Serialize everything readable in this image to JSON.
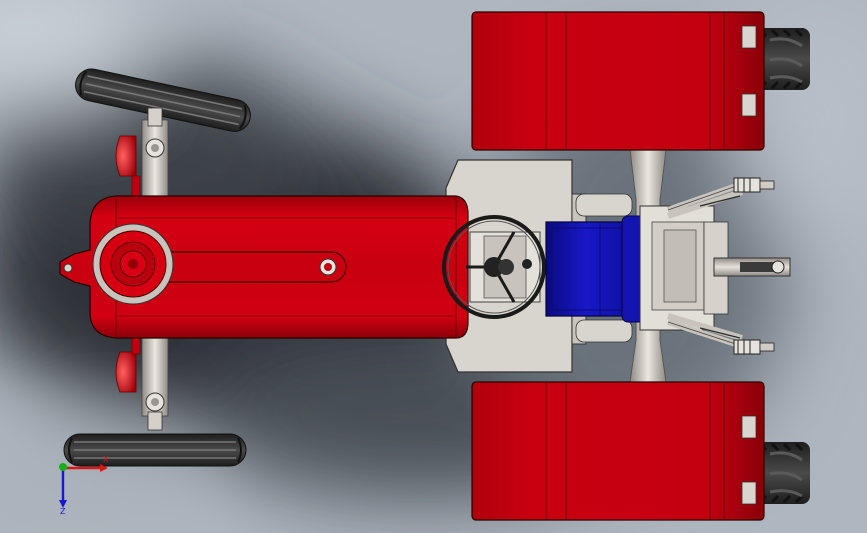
{
  "viewport": {
    "background_colors": [
      "#c9d0d8",
      "#2b2f34",
      "#8e969f"
    ]
  },
  "model": {
    "part_colors": {
      "body_red": "#c30010",
      "body_red_dark": "#8a0008",
      "seat_blue": "#1010b8",
      "seat_blue_dark": "#0a0a7a",
      "platform_grey": "#d6d2cc",
      "steel": "#cfcac3",
      "tire_dark": "#2a2a2a"
    },
    "parts": [
      "hood",
      "radiator-cap",
      "hood-emblem",
      "front-axle",
      "front-wheel-top",
      "front-wheel-bottom",
      "headlight-top",
      "headlight-bottom",
      "footplate",
      "steering-wheel",
      "driver-seat",
      "rear-fender-top",
      "rear-fender-bottom",
      "rear-tire-top",
      "rear-tire-bottom",
      "rear-axle",
      "three-point-hitch",
      "drawbar"
    ]
  },
  "triad": {
    "x_label": "X",
    "z_label": "Z",
    "x_color": "#d81818",
    "y_color": "#18b018",
    "z_color": "#1818d0"
  }
}
